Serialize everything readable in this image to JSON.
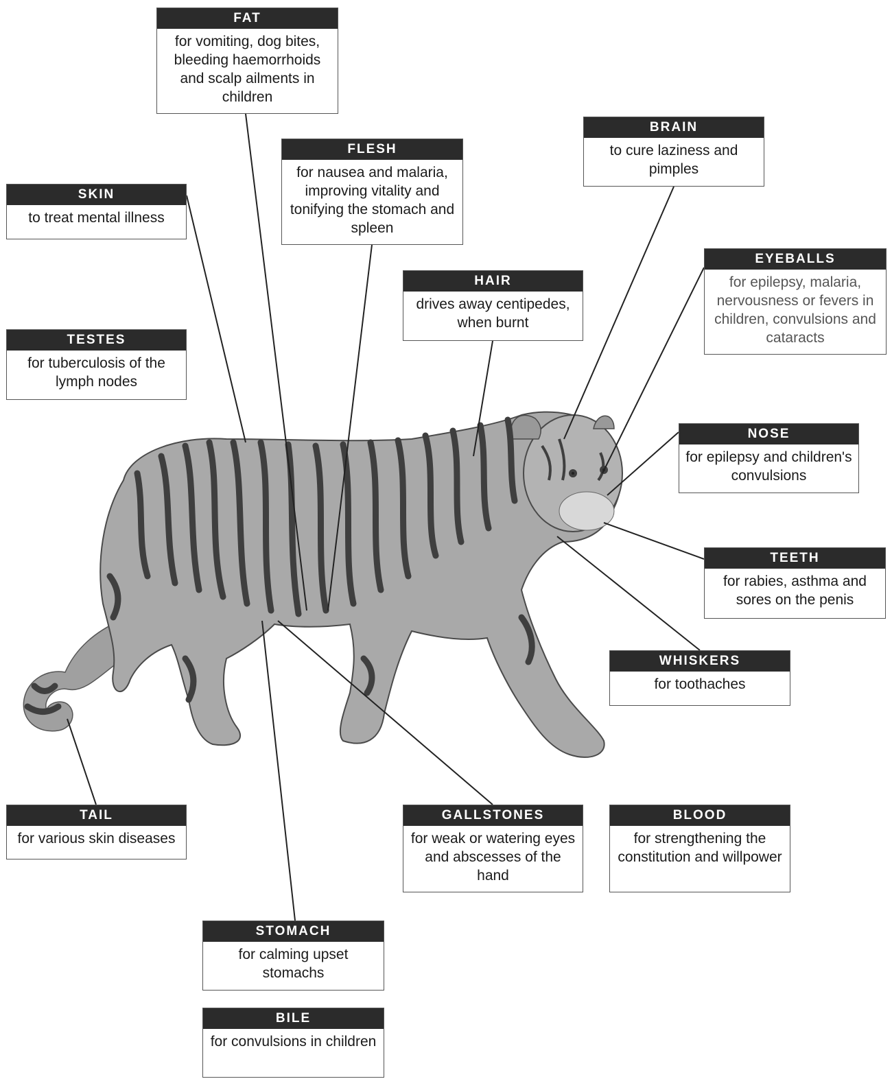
{
  "labels": {
    "fat": {
      "title": "FAT",
      "desc": "for vomiting, dog bites, bleeding haemorrhoids and scalp ailments in children"
    },
    "flesh": {
      "title": "FLESH",
      "desc": "for nausea and malaria, improving vitality and tonifying the stomach and spleen"
    },
    "skin": {
      "title": "SKIN",
      "desc": "to treat mental illness"
    },
    "testes": {
      "title": "TESTES",
      "desc": "for tuberculosis of the lymph nodes"
    },
    "hair": {
      "title": "HAIR",
      "desc": "drives away centipedes, when burnt"
    },
    "brain": {
      "title": "BRAIN",
      "desc": "to cure laziness and pimples"
    },
    "eyeballs": {
      "title": "EYEBALLS",
      "desc": "for epilepsy, malaria, nervousness or fevers in children, convulsions and cataracts"
    },
    "nose": {
      "title": "NOSE",
      "desc": "for epilepsy and children's convulsions"
    },
    "teeth": {
      "title": "TEETH",
      "desc": "for rabies, asthma and sores on the penis"
    },
    "whiskers": {
      "title": "WHISKERS",
      "desc": "for toothaches"
    },
    "tail": {
      "title": "TAIL",
      "desc": "for various skin diseases"
    },
    "gallstones": {
      "title": "GALLSTONES",
      "desc": "for weak or watering eyes and abscesses of the hand"
    },
    "blood": {
      "title": "BLOOD",
      "desc": "for strengthening the constitution and willpower"
    },
    "stomach": {
      "title": "STOMACH",
      "desc": "for calming upset stomachs"
    },
    "bile": {
      "title": "BILE",
      "desc": "for convulsions in children"
    }
  },
  "colors": {
    "header_bg": "#2b2b2b",
    "tiger_fill": "#a9a9a9",
    "stripe": "#3f3f3f"
  }
}
